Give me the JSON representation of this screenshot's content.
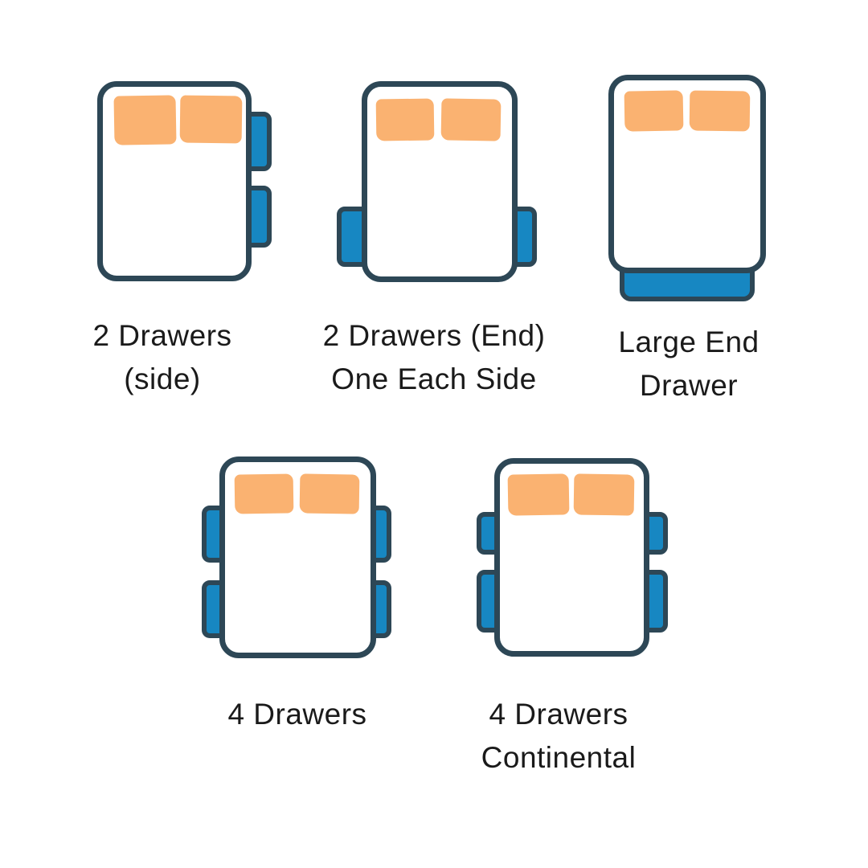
{
  "colors": {
    "background": "#ffffff",
    "bed_outline": "#2d4756",
    "drawer_fill": "#1787c2",
    "pillow_fill": "#fab271",
    "label_text": "#1a1a1a"
  },
  "figures": [
    {
      "name": "2-drawers-side",
      "label_lines": [
        "2 Drawers",
        "(side)"
      ],
      "pillow_count": 2,
      "drawer_count": 2
    },
    {
      "name": "2-drawers-end-one-each-side",
      "label_lines": [
        "2 Drawers (End)",
        "One Each Side"
      ],
      "pillow_count": 2,
      "drawer_count": 2
    },
    {
      "name": "large-end-drawer",
      "label_lines": [
        "Large End",
        "Drawer"
      ],
      "pillow_count": 2,
      "drawer_count": 1
    },
    {
      "name": "4-drawers",
      "label_lines": [
        "4 Drawers"
      ],
      "pillow_count": 2,
      "drawer_count": 4
    },
    {
      "name": "4-drawers-continental",
      "label_lines": [
        "4 Drawers",
        "Continental"
      ],
      "pillow_count": 2,
      "drawer_count": 4
    }
  ]
}
